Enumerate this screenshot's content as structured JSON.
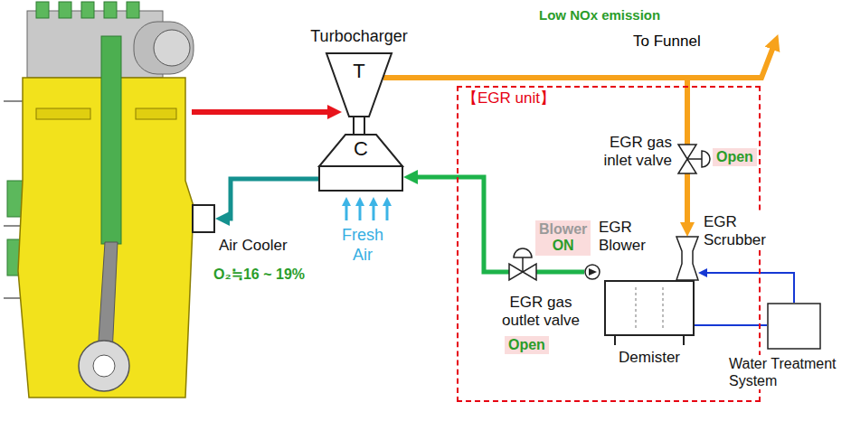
{
  "diagram": {
    "nodes": [
      {
        "text": [
          "【EGR unit】"
        ]
      },
      {
        "text": [
          "Turbocharger",
          "T"
        ]
      },
      {
        "text": [
          "C"
        ]
      },
      {
        "text": [
          "Air Cooler"
        ]
      },
      {
        "text": [
          "EGR gas inlet valve"
        ],
        "in": 0
      },
      {
        "text": [
          "Open"
        ],
        "in": 0
      },
      {
        "text": [
          "EGR Scrubber"
        ],
        "in": 0
      },
      {
        "text": [
          "Demister"
        ],
        "in": 0
      },
      {
        "text": [
          "EGR Blower"
        ],
        "in": 0
      },
      {
        "text": [
          "EGR gas outlet valve"
        ],
        "in": 0
      },
      {
        "text": [
          "Open"
        ],
        "in": 0
      },
      {
        "text": [
          "Blower",
          "ON"
        ],
        "in": 0
      },
      {
        "text": [
          "Water Treatment System"
        ]
      }
    ],
    "edges": [
      {
        "from": 1,
        "to": 4,
        "arrow": "none"
      },
      {
        "from": 4,
        "to": 6,
        "arrow": "to"
      },
      {
        "from": 12,
        "to": 6,
        "arrow": "to"
      },
      {
        "from": 7,
        "to": 12,
        "arrow": "none"
      },
      {
        "from": 8,
        "to": 9,
        "arrow": "none"
      },
      {
        "from": 9,
        "to": 2,
        "arrow": "to"
      },
      {
        "from": 2,
        "to": 3,
        "arrow": "to"
      }
    ],
    "labels": [
      "Low NOx emission",
      "To Funnel",
      "O₂≒16 ~ 19%",
      "Fresh Air"
    ]
  }
}
